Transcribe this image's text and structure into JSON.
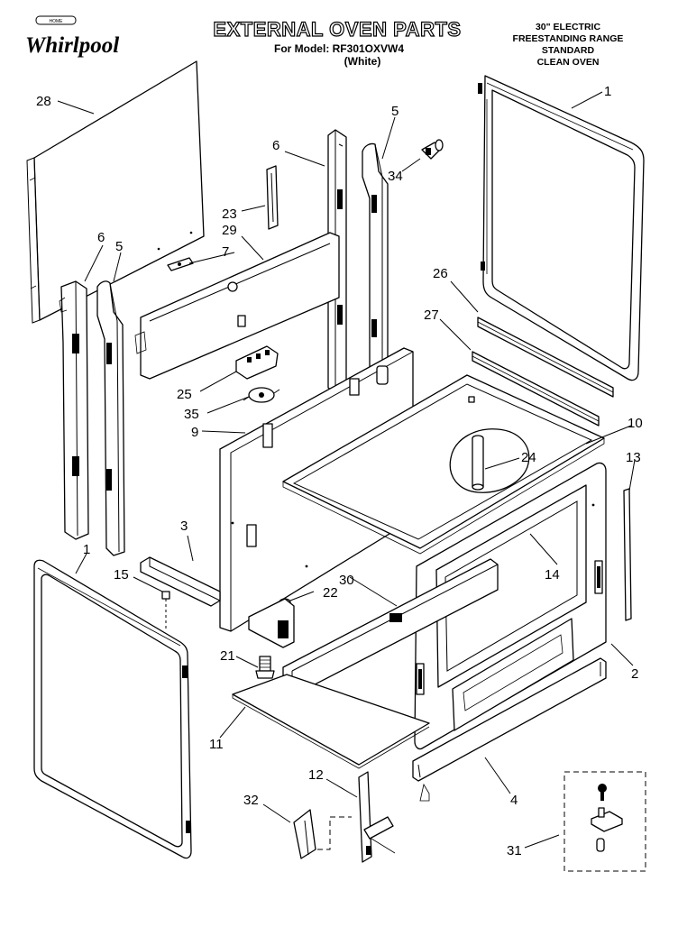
{
  "header": {
    "title": "EXTERNAL OVEN PARTS",
    "model_line": "For Model: RF301OXVW4",
    "color_line": "(White)"
  },
  "brand": {
    "name": "Whirlpool",
    "badge": "HOME"
  },
  "range_info": [
    "30\" ELECTRIC",
    "FREESTANDING RANGE",
    "STANDARD",
    "CLEAN OVEN"
  ],
  "callouts": {
    "c28": "28",
    "c1_top": "1",
    "c5_top": "5",
    "c6_top": "6",
    "c34": "34",
    "c23": "23",
    "c29": "29",
    "c7": "7",
    "c6_left": "6",
    "c5_left": "5",
    "c26": "26",
    "c27": "27",
    "c25": "25",
    "c35": "35",
    "c9": "9",
    "c10": "10",
    "c24": "24",
    "c13": "13",
    "c3": "3",
    "c14": "14",
    "c1_bottom": "1",
    "c15": "15",
    "c30": "30",
    "c22": "22",
    "c21": "21",
    "c2": "2",
    "c11": "11",
    "c12": "12",
    "c4": "4",
    "c32": "32",
    "c31": "31"
  }
}
